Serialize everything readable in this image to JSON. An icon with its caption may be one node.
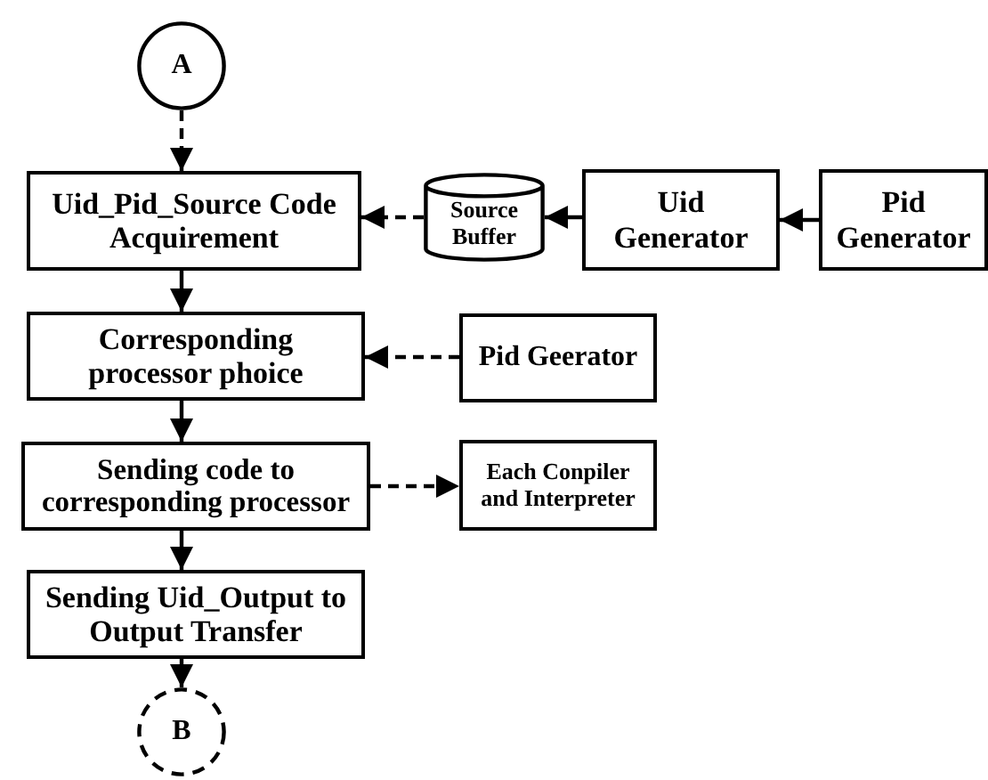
{
  "diagram": {
    "nodes": [
      {
        "text": [
          "A"
        ]
      },
      {
        "text": [
          "Uid_Pid_Source Code Acquirement"
        ]
      },
      {
        "text": [
          "Source Buffer"
        ]
      },
      {
        "text": [
          "Uid Generator"
        ]
      },
      {
        "text": [
          "Pid Generator"
        ]
      },
      {
        "text": [
          "Corresponding processor phoice"
        ]
      },
      {
        "text": [
          "Pid Geerator"
        ]
      },
      {
        "text": [
          "Sending code to corresponding processor"
        ]
      },
      {
        "text": [
          "Each Conpiler and Interpreter"
        ]
      },
      {
        "text": [
          "Sending Uid_Output to Output Transfer"
        ]
      },
      {
        "text": [
          "B"
        ]
      }
    ],
    "edges": [
      {
        "from": 0,
        "to": 1,
        "arrow": "to",
        "style": "dashed"
      },
      {
        "from": 2,
        "to": 1,
        "arrow": "to",
        "style": "dashed"
      },
      {
        "from": 3,
        "to": 2,
        "arrow": "to"
      },
      {
        "from": 4,
        "to": 3,
        "arrow": "to"
      },
      {
        "from": 1,
        "to": 5,
        "arrow": "to"
      },
      {
        "from": 6,
        "to": 5,
        "arrow": "to",
        "style": "dashed"
      },
      {
        "from": 5,
        "to": 7,
        "arrow": "to"
      },
      {
        "from": 7,
        "to": 8,
        "arrow": "to",
        "style": "dashed"
      },
      {
        "from": 7,
        "to": 9,
        "arrow": "to"
      },
      {
        "from": 9,
        "to": 10,
        "arrow": "to"
      }
    ]
  }
}
